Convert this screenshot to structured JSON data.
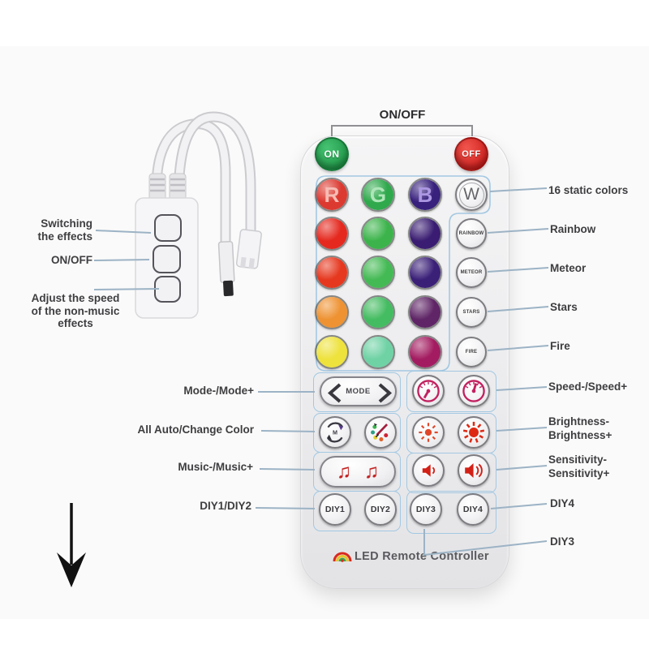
{
  "page": {
    "top_caption": "ON/OFF"
  },
  "device": {
    "labels": {
      "switching_line1": "Switching",
      "switching_line2": "the effects",
      "onoff": "ON/OFF",
      "speed_line1": "Adjust the speed",
      "speed_line2": "of the non-music",
      "speed_line3": "effects"
    }
  },
  "remote": {
    "power": {
      "on": "ON",
      "off": "OFF"
    },
    "rgbw": [
      {
        "label": "R",
        "bg": "#dc3a31"
      },
      {
        "label": "G",
        "bg": "#2fa94c"
      },
      {
        "label": "B",
        "bg": "#38217d"
      },
      {
        "label": "W"
      }
    ],
    "swatches": [
      "#e5291f",
      "#3cb44b",
      "#3a1d72",
      "#e6381f",
      "#44ba54",
      "#3b2078",
      "#ee9232",
      "#44bc61",
      "#5f2566",
      "#eee23c",
      "#6fd2a5",
      "#a31c61"
    ],
    "effects": [
      "RAINBOW",
      "METEOR",
      "STARS",
      "FIRE"
    ],
    "mode": "MODE",
    "diy": [
      "DIY1",
      "DIY2",
      "DIY3",
      "DIY4"
    ],
    "brand": "LED Remote Controller"
  },
  "annotations": {
    "left": {
      "mode": "Mode-/Mode+",
      "auto": "All Auto/Change Color",
      "music": "Music-/Music+",
      "diy12": "DIY1/DIY2"
    },
    "right": {
      "static16": "16 static colors",
      "rainbow": "Rainbow",
      "meteor": "Meteor",
      "stars": "Stars",
      "fire": "Fire",
      "speed": "Speed-/Speed+",
      "brightness1": "Brightness-",
      "brightness2": "Brightness+",
      "sensitivity1": "Sensitivity-",
      "sensitivity2": "Sensitivity+",
      "diy4": "DIY4",
      "diy3": "DIY3"
    }
  },
  "icons": {
    "music_note": "♫"
  },
  "colors": {
    "group_outline": "#a3c8e2",
    "callout_line": "#9cb3c5",
    "label_text": "#3e3e41",
    "on_green": "#27a44f",
    "off_red": "#d92321"
  }
}
